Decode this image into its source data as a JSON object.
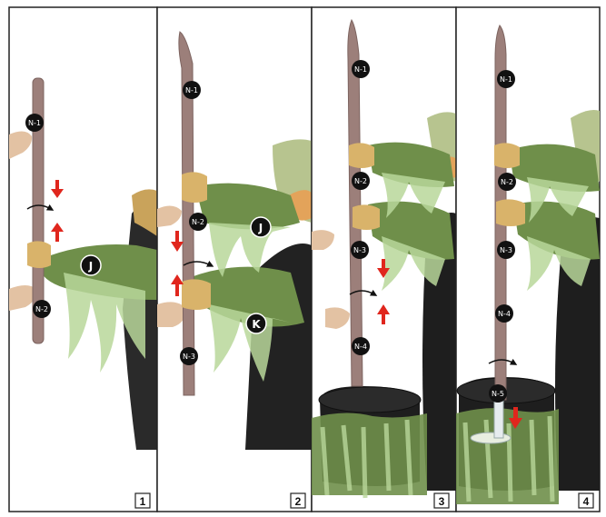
{
  "panels": [
    {
      "step": "1",
      "labels": [
        "N-1",
        "N-2"
      ],
      "arm": "J"
    },
    {
      "step": "2",
      "labels": [
        "N-1",
        "N-2",
        "N-3"
      ],
      "arms": [
        "J",
        "K"
      ]
    },
    {
      "step": "3",
      "labels": [
        "N-1",
        "N-2",
        "N-3",
        "N-4"
      ]
    },
    {
      "step": "4",
      "labels": [
        "N-1",
        "N-2",
        "N-3",
        "N-4",
        "N-5"
      ]
    }
  ],
  "colors": {
    "pole": "#9c7f7a",
    "pole_dark": "#7d6460",
    "sleeve_green": "#6f8f4a",
    "gauze_green": "#b9d79a",
    "robe_black": "#1e1e1e",
    "skin": "#d9b36a",
    "arrow_red": "#e0261d",
    "border": "#222222"
  },
  "icons": [
    "rotate-arrow-icon",
    "red-down-arrow-icon",
    "red-up-arrow-icon"
  ]
}
